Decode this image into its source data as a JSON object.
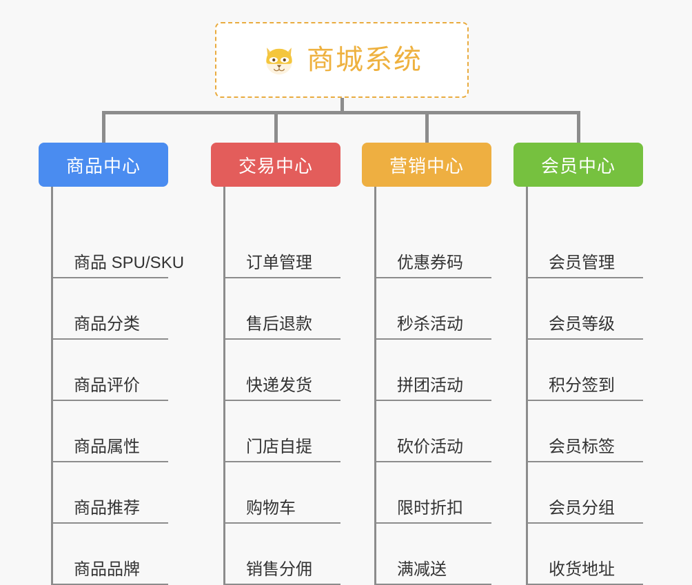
{
  "canvas": {
    "background": "#f8f8f8",
    "line_color": "#8c8c8c"
  },
  "root": {
    "title": "商城系统",
    "icon": "dog-face-icon",
    "border_color": "#e9ab3e",
    "text_color": "#eeb13f",
    "background": "#ffffff"
  },
  "branches": [
    {
      "label": "商品中心",
      "color": "#4a8cf0",
      "items": [
        "商品 SPU/SKU",
        "商品分类",
        "商品评价",
        "商品属性",
        "商品推荐",
        "商品品牌"
      ]
    },
    {
      "label": "交易中心",
      "color": "#e35d5b",
      "items": [
        "订单管理",
        "售后退款",
        "快递发货",
        "门店自提",
        "购物车",
        "销售分佣"
      ]
    },
    {
      "label": "营销中心",
      "color": "#eeaf41",
      "items": [
        "优惠券码",
        "秒杀活动",
        "拼团活动",
        "砍价活动",
        "限时折扣",
        "满减送"
      ]
    },
    {
      "label": "会员中心",
      "color": "#76c13f",
      "items": [
        "会员管理",
        "会员等级",
        "积分签到",
        "会员标签",
        "会员分组",
        "收货地址"
      ]
    }
  ]
}
